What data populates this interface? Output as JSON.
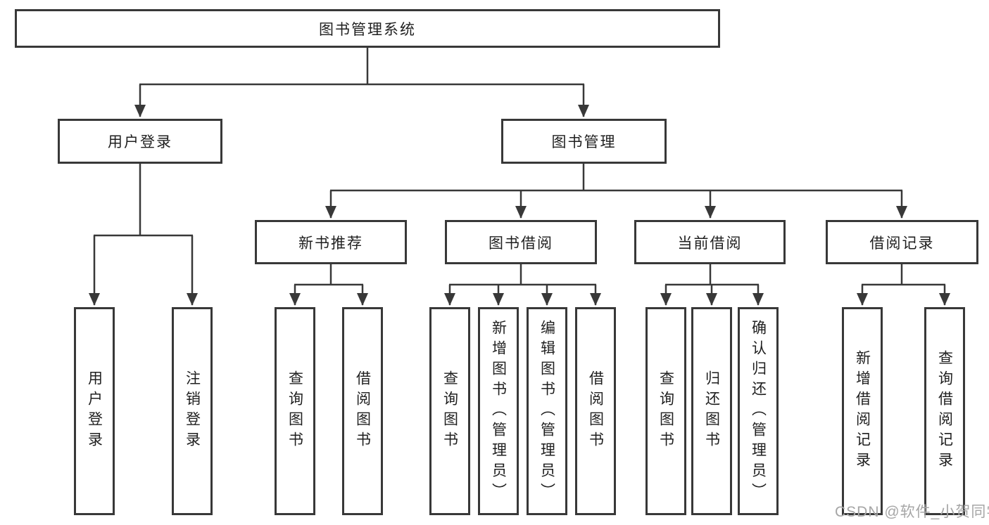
{
  "colors": {
    "line": "#383838",
    "node_border": "#383838",
    "node_text": "#1f1f1f",
    "watermark": "#a6a6a6"
  },
  "watermark": {
    "text": "CSDN @软件_小贺同学"
  },
  "tree": {
    "label": "图书管理系统",
    "children": [
      {
        "label": "用户登录",
        "children": [
          {
            "label": "用户登录"
          },
          {
            "label": "注销登录"
          }
        ]
      },
      {
        "label": "图书管理",
        "children": [
          {
            "label": "新书推荐",
            "children": [
              {
                "label": "查询图书"
              },
              {
                "label": "借阅图书"
              }
            ]
          },
          {
            "label": "图书借阅",
            "children": [
              {
                "label": "查询图书"
              },
              {
                "label": "新增图书（管理员）"
              },
              {
                "label": "编辑图书（管理员）"
              },
              {
                "label": "借阅图书"
              }
            ]
          },
          {
            "label": "当前借阅",
            "children": [
              {
                "label": "查询图书"
              },
              {
                "label": "归还图书"
              },
              {
                "label": "确认归还（管理员）"
              }
            ]
          },
          {
            "label": "借阅记录",
            "children": [
              {
                "label": "新增借阅记录"
              },
              {
                "label": "查询借阅记录"
              }
            ]
          }
        ]
      }
    ]
  }
}
